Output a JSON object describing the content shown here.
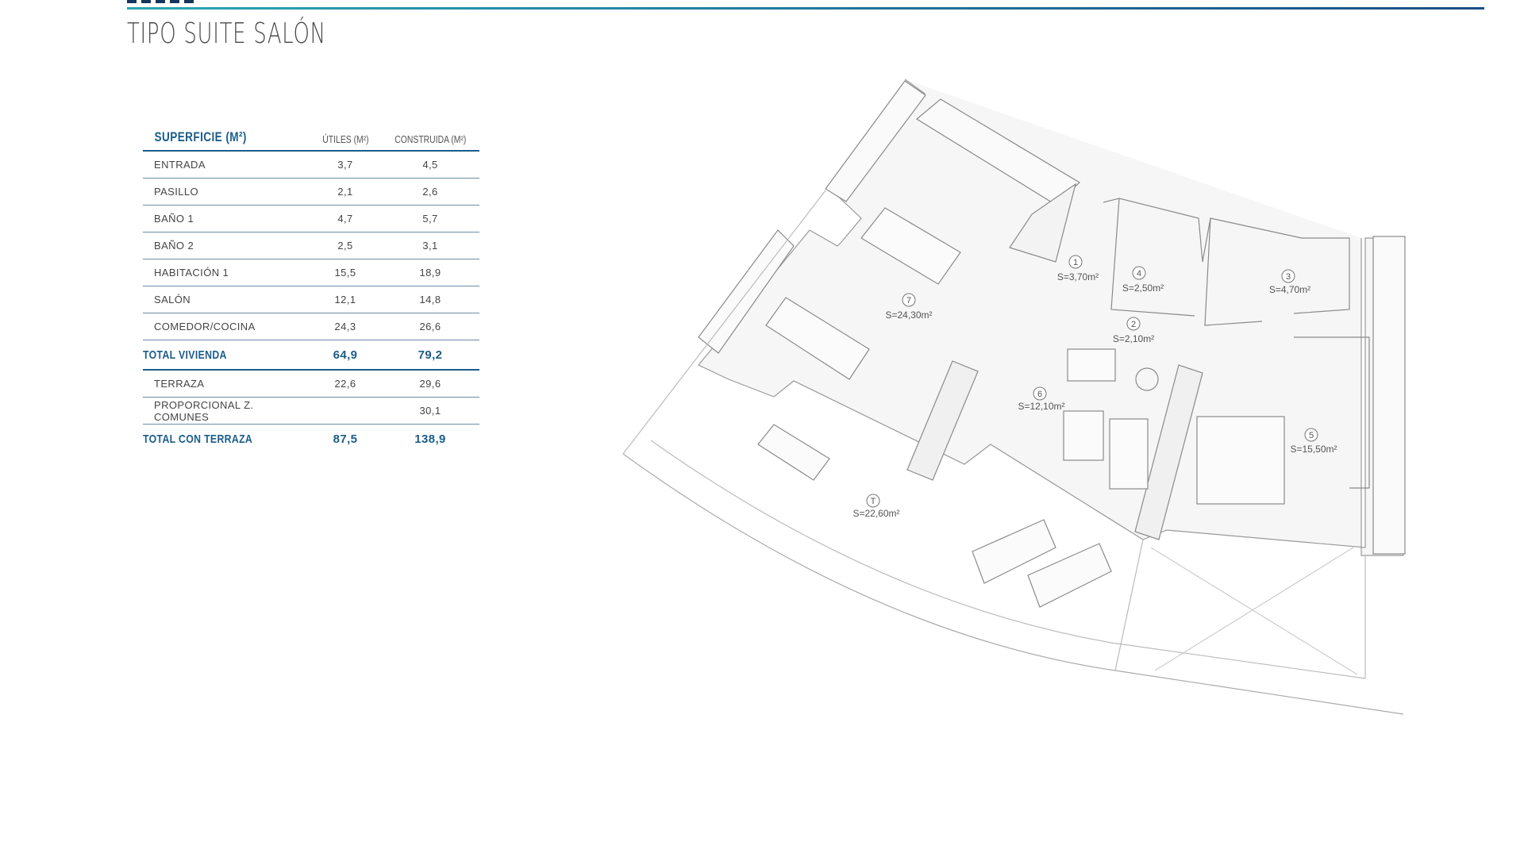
{
  "header": {
    "title": "TIPO SUITE SALÓN"
  },
  "table": {
    "header": {
      "label": "SUPERFICIE (M²)",
      "col_utiles": "ÚTILES (M²)",
      "col_construida": "CONSTRUIDA (M²)"
    },
    "rows": [
      {
        "label": "ENTRADA",
        "utiles": "3,7",
        "construida": "4,5"
      },
      {
        "label": "PASILLO",
        "utiles": "2,1",
        "construida": "2,6"
      },
      {
        "label": "BAÑO 1",
        "utiles": "4,7",
        "construida": "5,7"
      },
      {
        "label": "BAÑO 2",
        "utiles": "2,5",
        "construida": "3,1"
      },
      {
        "label": "HABITACIÓN 1",
        "utiles": "15,5",
        "construida": "18,9"
      },
      {
        "label": "SALÓN",
        "utiles": "12,1",
        "construida": "14,8"
      },
      {
        "label": "COMEDOR/COCINA",
        "utiles": "24,3",
        "construida": "26,6"
      }
    ],
    "total_vivienda": {
      "label": "TOTAL VIVIENDA",
      "utiles": "64,9",
      "construida": "79,2"
    },
    "extra_rows": [
      {
        "label": "TERRAZA",
        "utiles": "22,6",
        "construida": "29,6"
      },
      {
        "label": "PROPORCIONAL Z. COMUNES",
        "utiles": "",
        "construida": "30,1"
      }
    ],
    "total_terraza": {
      "label": "TOTAL CON TERRAZA",
      "utiles": "87,5",
      "construida": "138,9"
    }
  },
  "floorplan": {
    "rooms": [
      {
        "num": "1",
        "area": "S=3,70m²"
      },
      {
        "num": "4",
        "area": "S=2,50m²"
      },
      {
        "num": "3",
        "area": "S=4,70m²"
      },
      {
        "num": "2",
        "area": "S=2,10m²"
      },
      {
        "num": "7",
        "area": "S=24,30m²"
      },
      {
        "num": "6",
        "area": "S=12,10m²"
      },
      {
        "num": "5",
        "area": "S=15,50m²"
      },
      {
        "num": "T",
        "area": "S=22,60m²"
      }
    ]
  },
  "colors": {
    "accent": "#1b5d8a",
    "rule_start": "#2aa7b2",
    "rule_end": "#1b4f86"
  }
}
